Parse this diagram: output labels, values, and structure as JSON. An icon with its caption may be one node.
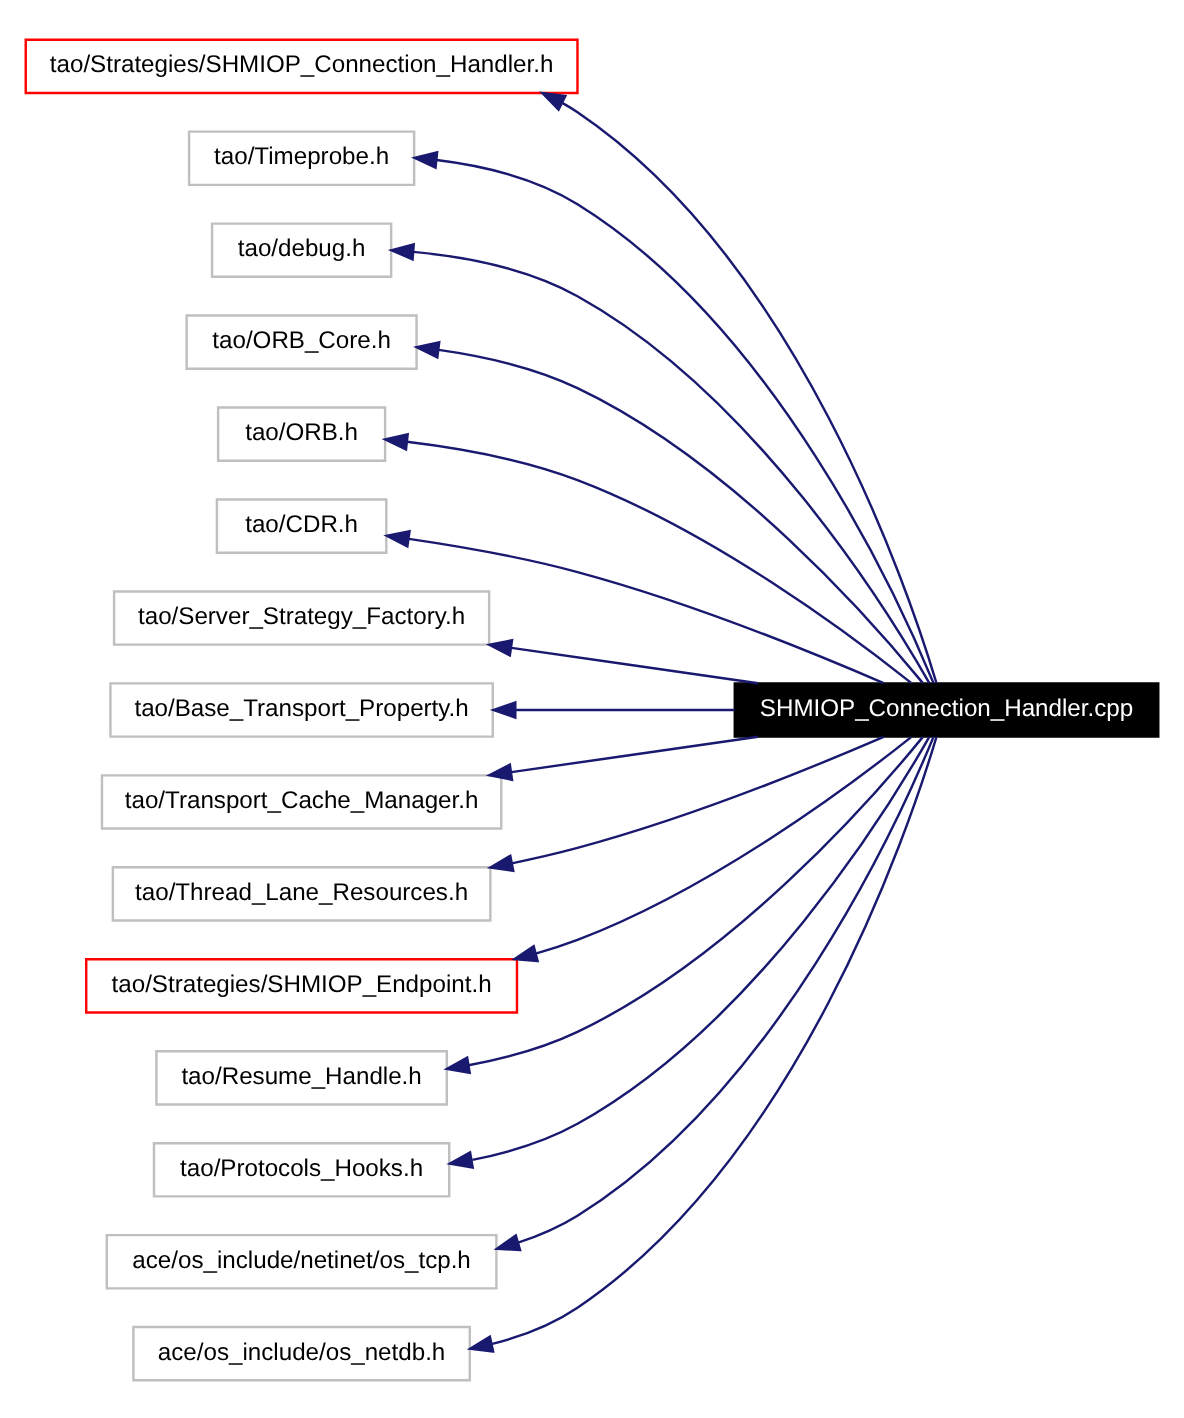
{
  "diagram": {
    "nodes": [
      {
        "text": [
          "SHMIOP_Connection_Handler.cpp"
        ]
      },
      {
        "text": [
          "tao/Strategies/SHMIOP_Connection_Handler.h"
        ]
      },
      {
        "text": [
          "tao/Timeprobe.h"
        ]
      },
      {
        "text": [
          "tao/debug.h"
        ]
      },
      {
        "text": [
          "tao/ORB_Core.h"
        ]
      },
      {
        "text": [
          "tao/ORB.h"
        ]
      },
      {
        "text": [
          "tao/CDR.h"
        ]
      },
      {
        "text": [
          "tao/Server_Strategy_Factory.h"
        ]
      },
      {
        "text": [
          "tao/Base_Transport_Property.h"
        ]
      },
      {
        "text": [
          "tao/Transport_Cache_Manager.h"
        ]
      },
      {
        "text": [
          "tao/Thread_Lane_Resources.h"
        ]
      },
      {
        "text": [
          "tao/Strategies/SHMIOP_Endpoint.h"
        ]
      },
      {
        "text": [
          "tao/Resume_Handle.h"
        ]
      },
      {
        "text": [
          "tao/Protocols_Hooks.h"
        ]
      },
      {
        "text": [
          "ace/os_include/netinet/os_tcp.h"
        ]
      },
      {
        "text": [
          "ace/os_include/os_netdb.h"
        ]
      }
    ],
    "edges": [
      {
        "from": 0,
        "to": 1,
        "arrow": "to"
      },
      {
        "from": 0,
        "to": 2,
        "arrow": "to"
      },
      {
        "from": 0,
        "to": 3,
        "arrow": "to"
      },
      {
        "from": 0,
        "to": 4,
        "arrow": "to"
      },
      {
        "from": 0,
        "to": 5,
        "arrow": "to"
      },
      {
        "from": 0,
        "to": 6,
        "arrow": "to"
      },
      {
        "from": 0,
        "to": 7,
        "arrow": "to"
      },
      {
        "from": 0,
        "to": 8,
        "arrow": "to"
      },
      {
        "from": 0,
        "to": 9,
        "arrow": "to"
      },
      {
        "from": 0,
        "to": 10,
        "arrow": "to"
      },
      {
        "from": 0,
        "to": 11,
        "arrow": "to"
      },
      {
        "from": 0,
        "to": 12,
        "arrow": "to"
      },
      {
        "from": 0,
        "to": 13,
        "arrow": "to"
      },
      {
        "from": 0,
        "to": 14,
        "arrow": "to"
      },
      {
        "from": 0,
        "to": 15,
        "arrow": "to"
      }
    ]
  }
}
